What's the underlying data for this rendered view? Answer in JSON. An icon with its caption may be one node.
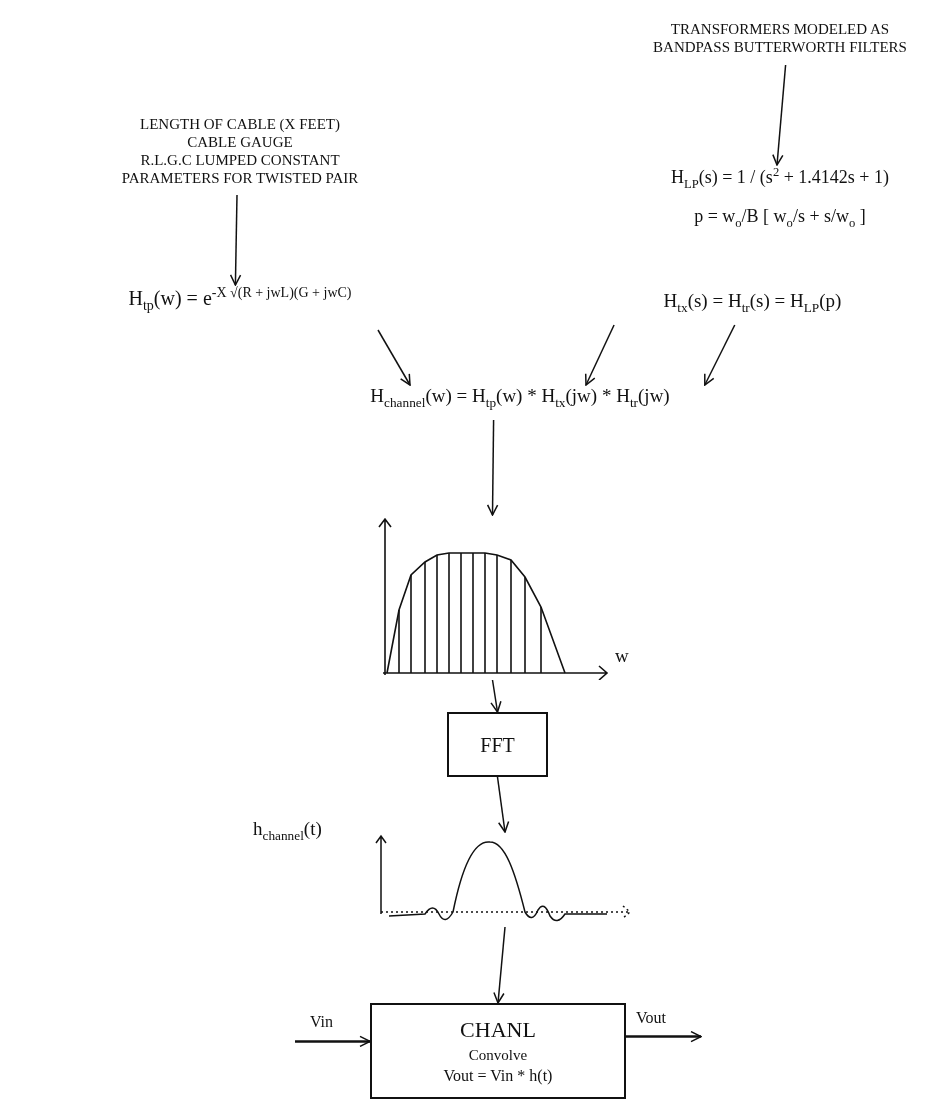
{
  "diagram": {
    "nodes": [
      {
        "text": [
          "TRANSFORMERS MODELED AS BANDPASS BUTTERWORTH FILTERS"
        ]
      },
      {
        "text": [
          "H$_{LP}$(s) = 1 / (s$^{2}$ + 1.4142s + 1)",
          "p = w$_{o}$/B [ w$_{o}$/s + s/w$_{o}$ ]"
        ]
      },
      {
        "text": [
          "LENGTH OF CABLE (X FEET)",
          "CABLE GAUGE",
          "R.L.G.C LUMPED CONSTANT PARAMETERS FOR TWISTED PAIR"
        ]
      },
      {
        "text": [
          "H$_{tp}$(w) = e$^{-X √(R + jwL)(G + jwC)}$"
        ]
      },
      {
        "text": [
          "H$_{tx}$(s) = H$_{tr}$(s) = H$_{LP}$(p)"
        ]
      },
      {
        "text": [
          "H$_{channel}$(w) = H$_{tp}$(w) * H$_{tx}$(jw) * H$_{tr}$(jw)"
        ]
      },
      {
        "text": [],
        "shape": "picture",
        "beside": [
          "w"
        ]
      },
      {
        "text": [
          "FFT"
        ]
      },
      {
        "text": [],
        "shape": "picture",
        "beside": [
          "h$_{channel}$(t)"
        ]
      },
      {
        "text": [
          "CHANL",
          "Convolve",
          "Vout = Vin * h(t)"
        ]
      }
    ],
    "edges": [
      {
        "from": 0,
        "to": 1,
        "arrow": "to"
      },
      {
        "from": 2,
        "to": 3,
        "arrow": "to"
      },
      {
        "from": 3,
        "to": 5,
        "arrow": "to"
      },
      {
        "from": 4,
        "to": 5,
        "arrow": "to"
      },
      {
        "from": 4,
        "to": 5,
        "arrow": "to"
      },
      {
        "from": 5,
        "to": 6,
        "arrow": "to"
      },
      {
        "from": 6,
        "to": 7,
        "arrow": "to"
      },
      {
        "from": 7,
        "to": 8,
        "arrow": "to"
      },
      {
        "from": 8,
        "to": 9,
        "arrow": "to"
      },
      {
        "from": null,
        "to": 9,
        "arrow": "to",
        "label": "Vin"
      },
      {
        "from": 9,
        "to": null,
        "arrow": "to",
        "label": "Vout"
      }
    ]
  }
}
